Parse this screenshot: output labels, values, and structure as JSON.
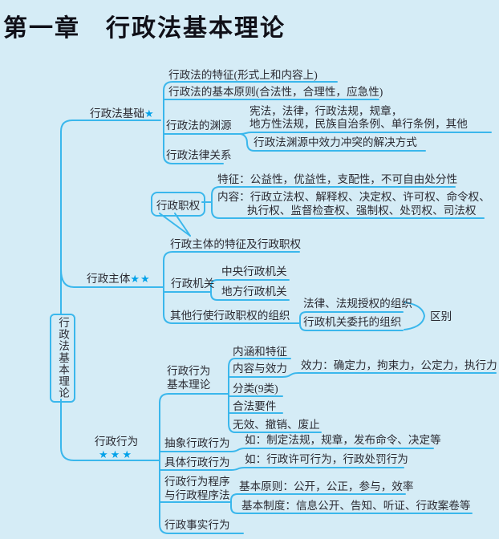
{
  "title": "第一章　行政法基本理论",
  "root": "行政法基本理论",
  "colors": {
    "background": "#d5ecf6",
    "line": "#3ab7ec",
    "star": "#00a1e9",
    "text": "#2b2b33"
  },
  "b1": {
    "label": "行政法基础",
    "stars": "★",
    "features": "行政法的特征(形式上和内容上)",
    "principles": "行政法的基本原则(合法性，合理性，应急性)",
    "sources": "行政法的渊源",
    "sources_list1": "宪法，法律，行政法规，规章，",
    "sources_list2": "地方性法规，民族自治条例、单行条例，其他",
    "conflict": "行政法渊源中效力冲突的解决方式",
    "relation": "行政法律关系"
  },
  "powers": {
    "label": "行政职权",
    "features": "特征：公益性，优益性，支配性，不可自由处分性",
    "content1": "内容：行政立法权、解释权、决定权、许可权、命令权、",
    "content2": "执行权、监督检查权、强制权、处罚权、司法权"
  },
  "b2": {
    "label": "行政主体",
    "stars": "★★",
    "features": "行政主体的特征及行政职权",
    "organs": "行政机关",
    "central": "中央行政机关",
    "local": "地方行政机关",
    "others": "其他行使行政职权的组织",
    "authorized": "法律、法规授权的组织",
    "entrusted": "行政机关委托的组织",
    "note": "区别"
  },
  "b3": {
    "label": "行政行为",
    "stars": "★★★",
    "basic1": "行政行为",
    "basic2": "基本理论",
    "connotation": "内涵和特征",
    "content": "内容与效力",
    "effect": "效力：确定力，拘束力，公定力，执行力",
    "classify": "分类(9类)",
    "legal": "合法要件",
    "invalid": "无效、撤销、废止",
    "abstract": "抽象行政行为",
    "abstract_eg": "如：制定法规，规章，发布命令、决定等",
    "concrete": "具体行政行为",
    "concrete_eg": "如：行政许可行为，行政处罚行为",
    "proc1": "行政行为程序",
    "proc2": "与行政程序法",
    "principles": "基本原则：公开，公正，参与，效率",
    "systems": "基本制度：信息公开、告知、听证、行政案卷等",
    "factual": "行政事实行为"
  }
}
